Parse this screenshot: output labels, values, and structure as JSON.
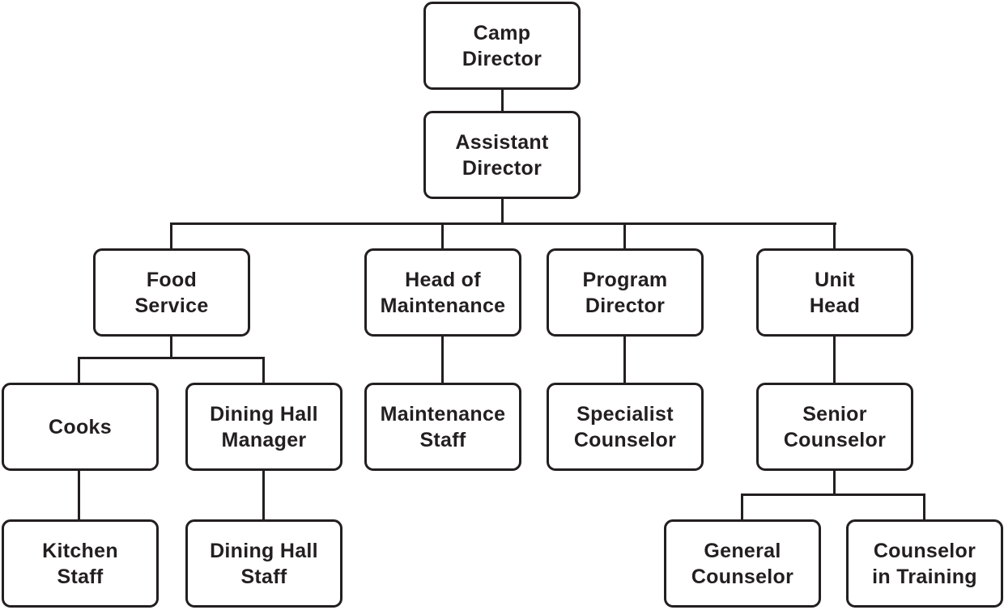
{
  "org_chart": {
    "camp_director": "Camp\nDirector",
    "assistant_director": "Assistant\nDirector",
    "food_service": "Food\nService",
    "head_of_maintenance": "Head of\nMaintenance",
    "program_director": "Program\nDirector",
    "unit_head": "Unit\nHead",
    "cooks": "Cooks",
    "dining_hall_manager": "Dining Hall\nManager",
    "maintenance_staff": "Maintenance\nStaff",
    "specialist_counselor": "Specialist\nCounselor",
    "senior_counselor": "Senior\nCounselor",
    "kitchen_staff": "Kitchen\nStaff",
    "dining_hall_staff": "Dining Hall\nStaff",
    "general_counselor": "General\nCounselor",
    "counselor_in_training": "Counselor\nin Training"
  }
}
